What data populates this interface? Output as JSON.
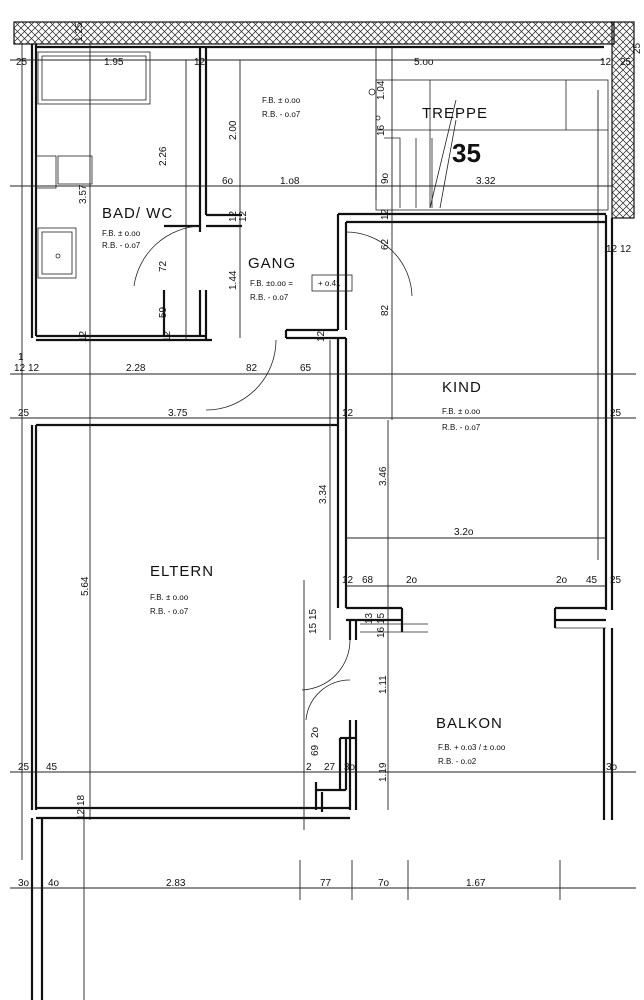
{
  "rooms": {
    "bad": {
      "name": "BAD/ WC",
      "fb": "F.B. ± o.oo",
      "rb": "R.B. - o.o7"
    },
    "gang": {
      "name": "GANG",
      "fb": "F.B. ±o.oo =",
      "rb": "R.B. - o.o7",
      "level": "+ o.41"
    },
    "treppe": {
      "name": "TREPPE",
      "number": "35",
      "fb": "F.B. ± o.oo",
      "rb": "R.B. - o.o7"
    },
    "kind": {
      "name": "KIND",
      "fb": "F.B. ± o.oo",
      "rb": "R.B. - o.o7"
    },
    "eltern": {
      "name": "ELTERN",
      "fb": "F.B. ± o.oo",
      "rb": "R.B. - o.o7"
    },
    "balkon": {
      "name": "BALKON",
      "fb": "F.B. + o.o3 / ± o.oo",
      "rb": "R.B. - o.o2"
    }
  },
  "dimensions": {
    "top_25_left": "25",
    "top_195": "1.95",
    "top_12": "12",
    "top_500": "5.oo",
    "top_12_right": "12",
    "top_25_right": "25",
    "top_125": "1.25",
    "top_25_small": "25",
    "v_104": "1.04",
    "v_16": "16",
    "v_200": "2.00",
    "v_226": "2.26",
    "v_357": "3.57",
    "h_60": "6o",
    "h_108": "1.o8",
    "h_332": "3.32",
    "v_90": "9o",
    "v_12_a": "12",
    "v_12_b": "12",
    "v_12_c": "12",
    "v_72": "72",
    "v_144": "1.44",
    "v_62": "62",
    "v_82": "82",
    "v_59": "59",
    "v_12_d": "12",
    "v_12_e": "12",
    "v_12_f": "12",
    "r_12a": "12",
    "r_12b": "12",
    "l_1": "1",
    "l_12": "12",
    "l_12b": "12",
    "h_228": "2.28",
    "h_82": "82",
    "h_65": "65",
    "h_25": "25",
    "h_375": "3.75",
    "h_12": "12",
    "h_25r": "25",
    "v_334": "3.34",
    "v_346": "3.46",
    "h_320": "3.2o",
    "v_564": "5.64",
    "h_12b": "12",
    "h_68": "68",
    "h_20": "2o",
    "h_20b": "2o",
    "h_45": "45",
    "h_25b": "25",
    "v_15a": "15",
    "v_15b": "15",
    "v_13": "13",
    "v_15c": "15",
    "v_16b": "16",
    "v_111": "1.11",
    "v_69": "69",
    "v_20": "2o",
    "h_25c": "25",
    "h_45b": "45",
    "h_2": "2",
    "h_27": "27",
    "h_30": "3o",
    "v_119": "1.19",
    "h_30b": "3o",
    "v_18": "18",
    "v_12g": "12",
    "b_30": "3o",
    "b_40": "4o",
    "b_283": "2.83",
    "b_77": "77",
    "b_70": "7o",
    "b_167": "1.67"
  }
}
